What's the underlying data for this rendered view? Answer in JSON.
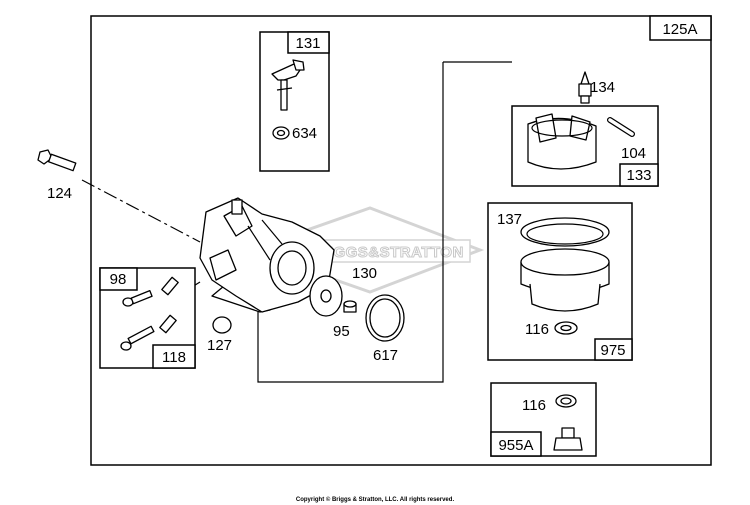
{
  "diagram": {
    "assembly_label": "125A",
    "watermark": "BRIGGS&STRATTON",
    "copyright": "Copyright © Briggs & Stratton, LLC. All rights reserved.",
    "boxes": {
      "kit_131": {
        "label": "131",
        "item": "634"
      },
      "kit_133": {
        "label": "133",
        "items": [
          "134",
          "104"
        ]
      },
      "kit_975": {
        "label": "975",
        "items": [
          "137",
          "116"
        ]
      },
      "kit_955A": {
        "label": "955A",
        "item": "116"
      },
      "kit_98_118": {
        "labels": [
          "98",
          "118"
        ]
      }
    },
    "callouts": {
      "bolt": "124",
      "gasket_130": "130",
      "plug_95": "95",
      "oring_617": "617",
      "washer_127": "127"
    }
  }
}
